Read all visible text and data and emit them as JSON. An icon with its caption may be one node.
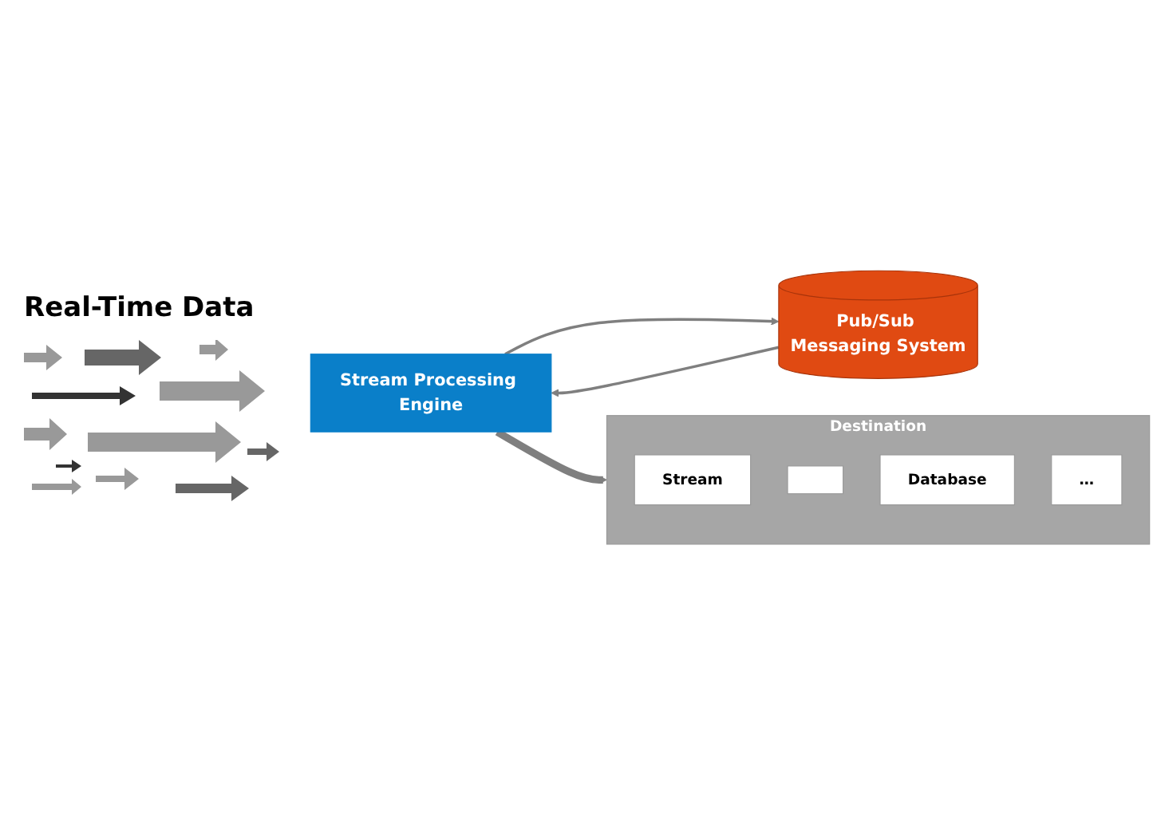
{
  "diagram": {
    "nodes": [
      {
        "text": [
          "Stream Processing Engine"
        ]
      },
      {
        "text": [
          "Pub/Sub Messaging System"
        ]
      },
      {
        "text": [
          "Destination"
        ]
      },
      {
        "text": [
          "Stream"
        ],
        "in": 2
      },
      {
        "text": [],
        "shape": "box",
        "in": 2
      },
      {
        "text": [
          "Database"
        ],
        "in": 2
      },
      {
        "text": [
          "…"
        ],
        "in": 2
      }
    ],
    "edges": [
      {
        "from": 0,
        "to": 2,
        "arrow": "to",
        "style": "thick"
      },
      {
        "from": 1,
        "to": 0,
        "arrow": "to"
      },
      {
        "from": 0,
        "to": 1,
        "arrow": "to"
      }
    ],
    "labels": [
      "Real-Time Data"
    ]
  }
}
